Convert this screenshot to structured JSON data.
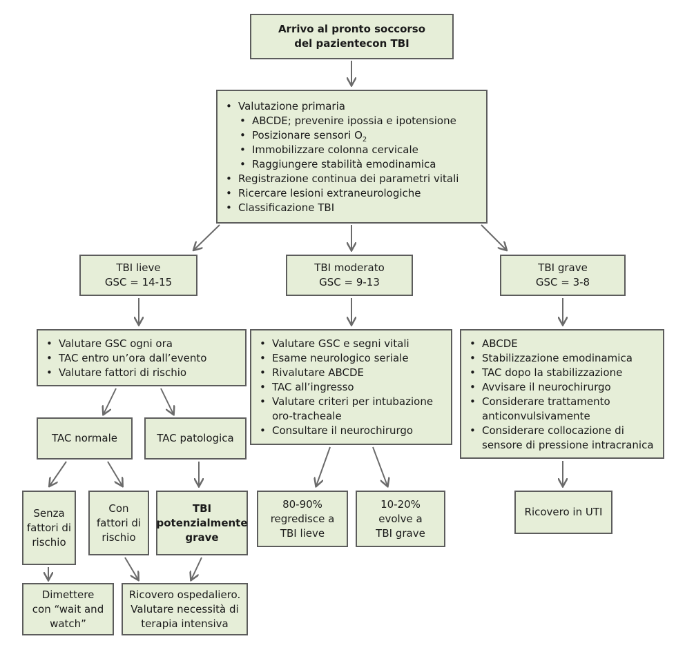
{
  "start": {
    "lines": [
      "Arrivo al pronto soccorso",
      "del pazientecon TBI"
    ]
  },
  "primary": {
    "items": [
      {
        "text": "Valutazione primaria",
        "sub": [
          {
            "text": "ABCDE; prevenire ipossia e ipotensione"
          },
          {
            "text": "Posizionare sensori O",
            "subscript": "2"
          },
          {
            "text": "Immobilizzare colonna cervicale"
          },
          {
            "text": "Raggiungere stabilità emodinamica"
          }
        ]
      },
      {
        "text": "Registrazione continua dei parametri vitali"
      },
      {
        "text": "Ricercare lesioni extraneurologiche"
      },
      {
        "text": "Classificazione TBI"
      }
    ]
  },
  "mild": {
    "title": [
      "TBI lieve",
      "GSC = 14-15"
    ],
    "actions": [
      "Valutare GSC ogni ora",
      "TAC entro un’ora dall’evento",
      "Valutare fattori di rischio"
    ],
    "tac_normal": "TAC normale",
    "tac_pathologic": "TAC patologica",
    "no_risk": [
      "Senza",
      "fattori di",
      "rischio"
    ],
    "with_risk": [
      "Con",
      "fattori di",
      "rischio"
    ],
    "potentially_severe": [
      "TBI",
      "potenzialmente",
      "grave"
    ],
    "discharge": [
      "Dimettere",
      "con “wait and",
      "watch”"
    ],
    "hospital": [
      "Ricovero ospedaliero.",
      "Valutare necessità di",
      "terapia intensiva"
    ]
  },
  "moderate": {
    "title": [
      "TBI moderato",
      "GSC = 9-13"
    ],
    "actions": [
      "Valutare GSC e segni vitali",
      "Esame neurologico seriale",
      "Rivalutare ABCDE",
      "TAC all’ingresso",
      "Valutare criteri per intubazione oro-tracheale",
      "Consultare il neurochirurgo"
    ],
    "outcome_regress": [
      "80-90%",
      "regredisce a",
      "TBI lieve"
    ],
    "outcome_evolve": [
      "10-20%",
      "evolve a",
      "TBI grave"
    ]
  },
  "severe": {
    "title": [
      "TBI grave",
      "GSC = 3-8"
    ],
    "actions": [
      "ABCDE",
      "Stabilizzazione emodinamica",
      "TAC dopo la stabilizzazione",
      "Avvisare il neurochirurgo",
      "Considerare trattamento anticonvulsivamente",
      "Considerare collocazione di sensore di pressione intracranica"
    ],
    "icu": "Ricovero in UTI"
  },
  "colors": {
    "box_fill": "#e6eed8",
    "box_border": "#5c5c5c",
    "arrow": "#6a6a6a"
  }
}
